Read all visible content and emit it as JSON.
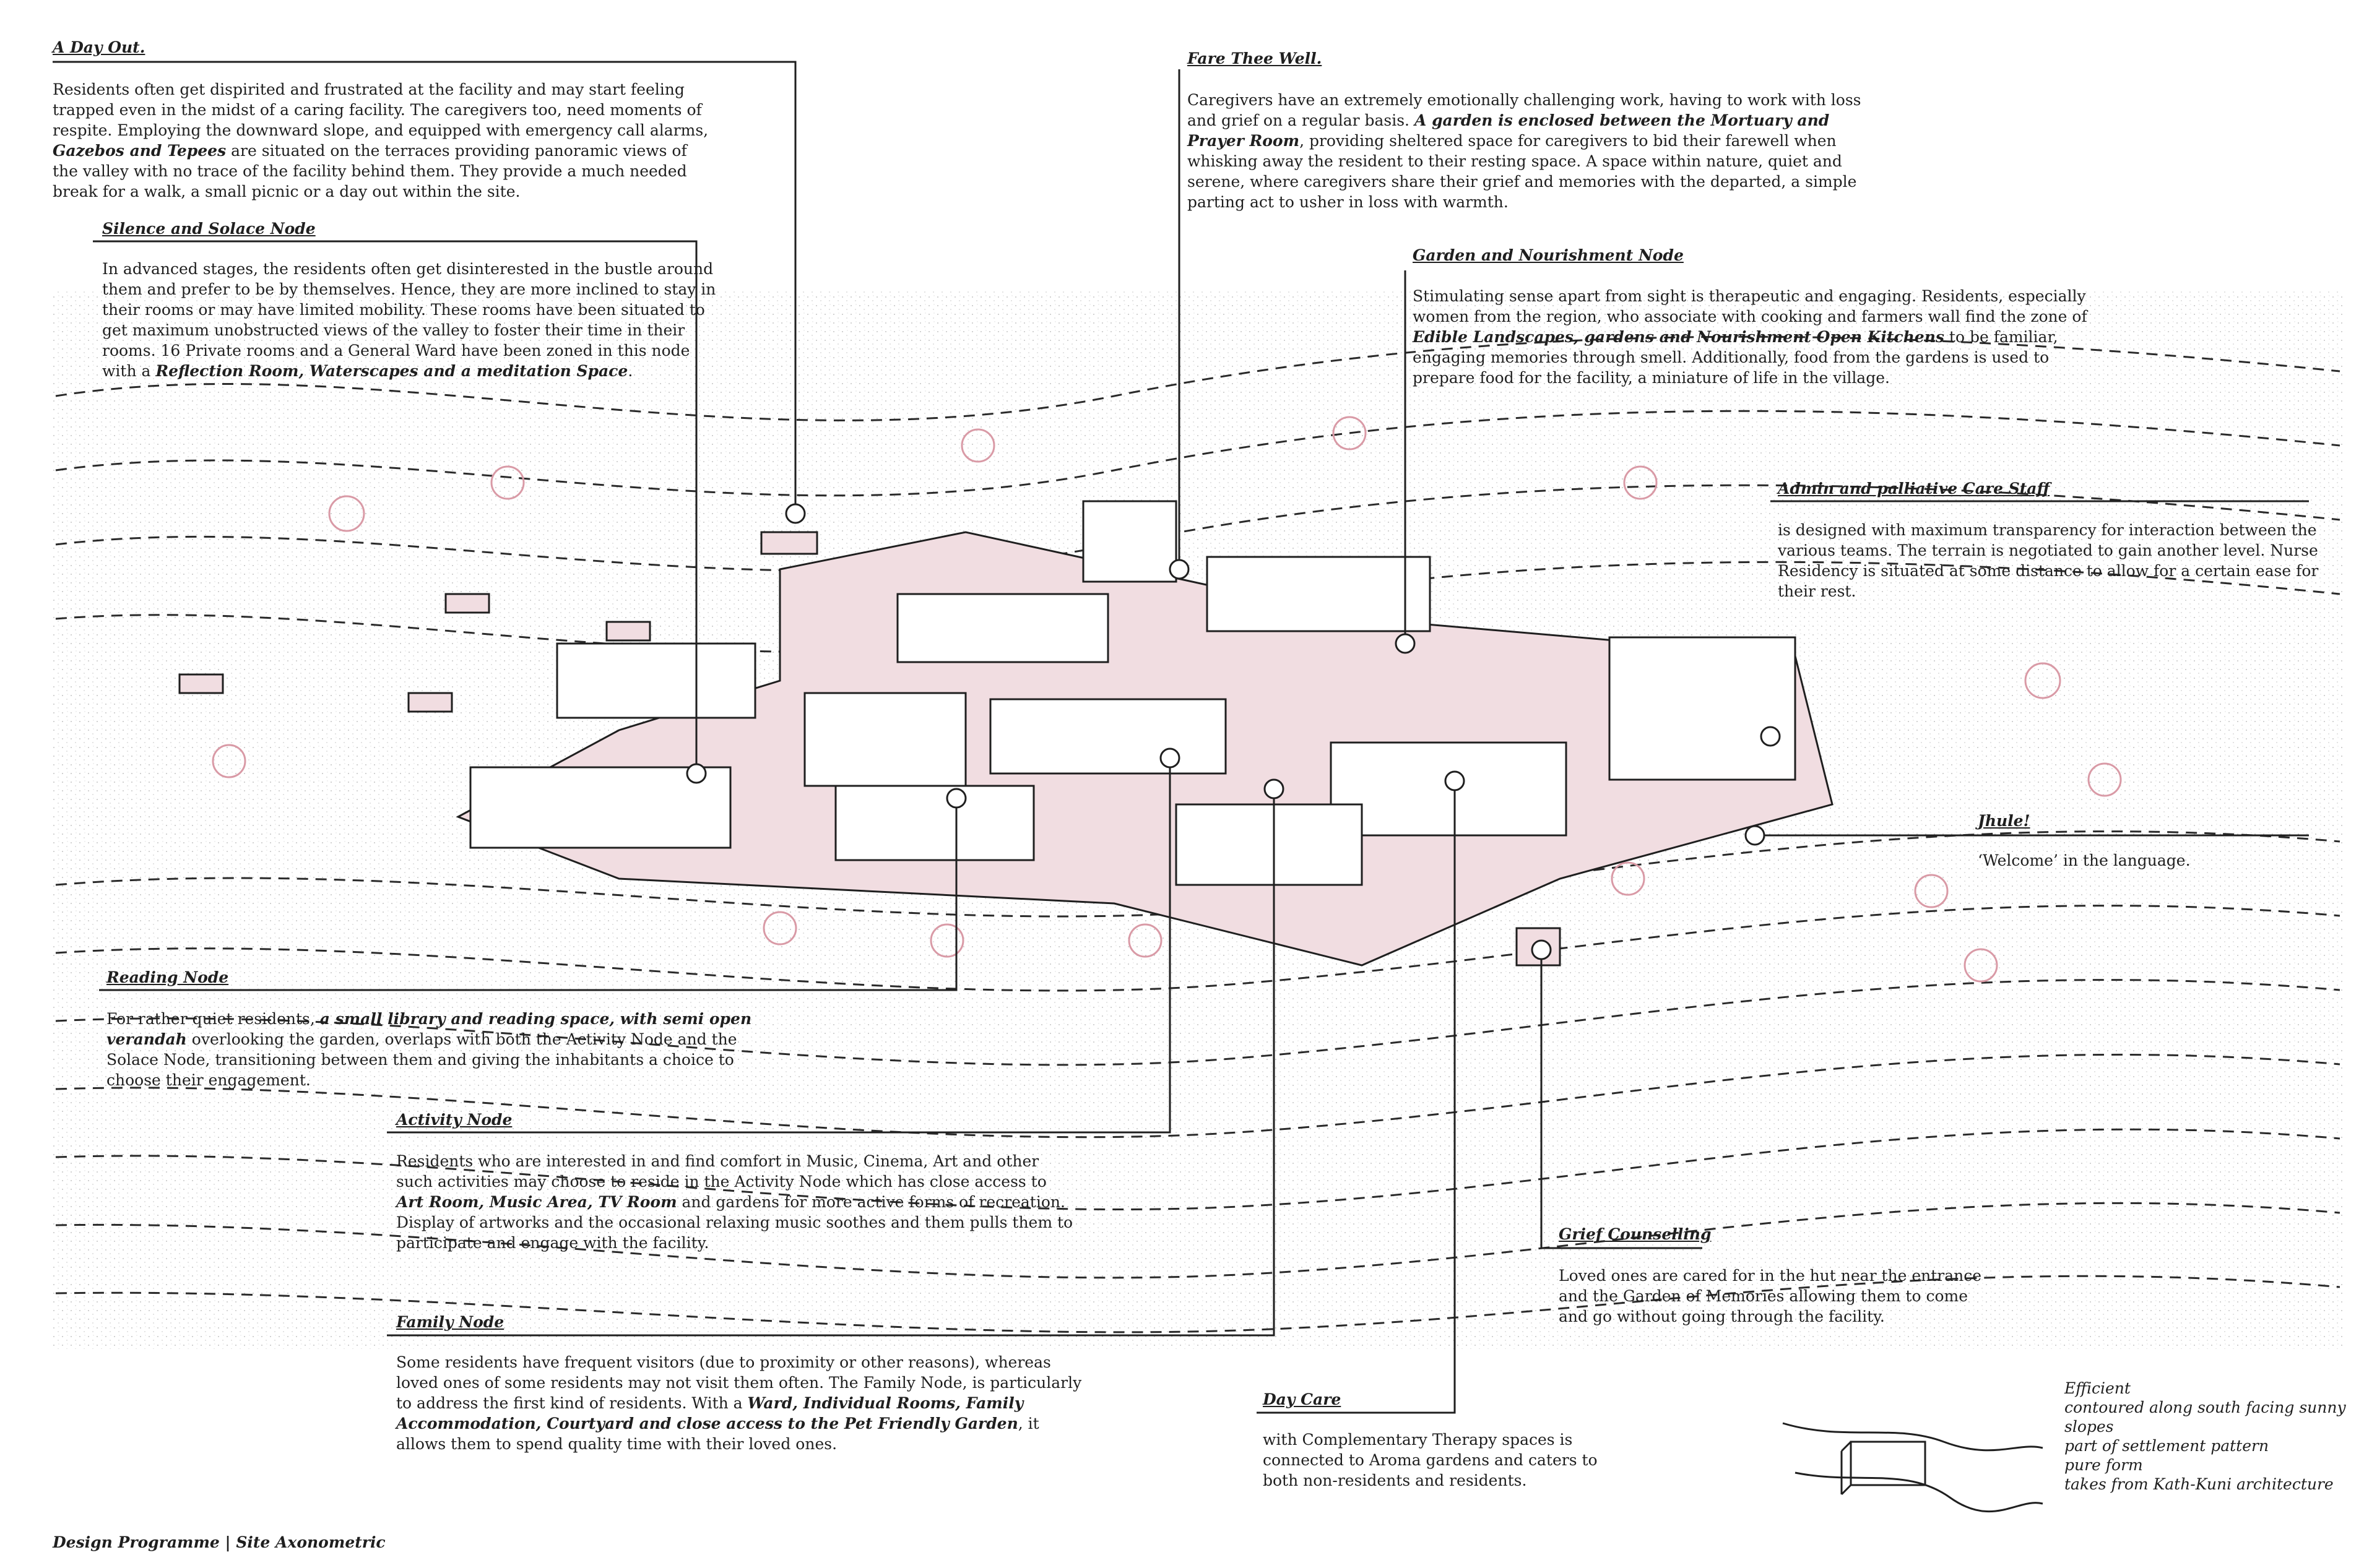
{
  "nodes": [
    {
      "id": "day-out",
      "title": "A Day Out.",
      "paragraphs": [
        "Residents often get dispirited and frustrated at the facility and may start feeling trapped even in the midst of a caring facility. The caregivers too, need moments of respite. Employing the downward slope, and equipped with emergency call alarms, ",
        "Gazebos and Tepees",
        " are situated on the terraces providing panoramic views of the valley with no trace of the facility behind them. They provide a much needed break for a walk, a small picnic or a day out within the site."
      ]
    },
    {
      "id": "solace",
      "title": "Silence and Solace Node",
      "paragraphs": [
        "In advanced stages, the residents often get disinterested in the bustle around them and prefer to be by themselves. Hence, they are more inclined to stay in their rooms or may have limited mobility. These rooms have been situated to get maximum unobstructed views of the valley to foster their time in their rooms. 16 Private rooms and a General Ward have been zoned in this node with a ",
        "Reflection Room, Waterscapes and a meditation Space",
        "."
      ]
    },
    {
      "id": "fare",
      "title": "Fare Thee Well.",
      "paragraphs": [
        "Caregivers have an extremely emotionally challenging work, having to work with loss and grief on a regular basis. ",
        "A garden is enclosed between the Mortuary and Prayer Room",
        ", providing sheltered space for caregivers to bid their farewell when whisking away the resident to their resting space. A space within nature, quiet and serene, where caregivers share their grief and memories with the departed, a simple parting act to usher in loss with warmth."
      ]
    },
    {
      "id": "garden",
      "title": "Garden and Nourishment Node",
      "paragraphs": [
        "Stimulating sense apart from sight is therapeutic and engaging. Residents, especially women from the region, who associate with cooking and farmers wall find the zone of ",
        "Edible Landscapes, gardens and Nourishment Open Kitchens",
        " to be familiar, engaging memories through smell. Additionally, food from the gardens is used to prepare food for the facility, a miniature of life in the village."
      ]
    },
    {
      "id": "admin",
      "title": "Admin and palliative Care Staff",
      "paragraphs": [
        "is designed with maximum transparency for interaction between the various teams. The terrain is negotiated to gain another level. Nurse Residency is situated at some distance to allow for a certain ease for their rest."
      ]
    },
    {
      "id": "jhule",
      "title": "Jhule!",
      "paragraphs": [
        "‘Welcome’ in the language."
      ]
    },
    {
      "id": "reading",
      "title": "Reading Node",
      "paragraphs": [
        "For rather quiet residents, ",
        "a small library and reading space, with semi open verandah",
        " overlooking the garden, overlaps with both the Activity Node and the Solace Node, transitioning between them and giving the inhabitants a choice to choose their engagement."
      ]
    },
    {
      "id": "activity",
      "title": "Activity Node",
      "paragraphs": [
        "Residents who are interested in and find comfort in Music, Cinema, Art and other such activities may choose to reside in the Activity Node which has close access to ",
        "Art Room, Music Area, TV Room",
        " and gardens for more active forms of recreation. Display of artworks and the occasional relaxing music soothes and them pulls them to participate and engage with the facility."
      ]
    },
    {
      "id": "grief",
      "title": "Grief Counselling",
      "paragraphs": [
        "Loved ones are cared for in the hut near the entrance and the Garden of Memories allowing them to come and go without going through the facility."
      ]
    },
    {
      "id": "family",
      "title": "Family Node",
      "paragraphs": [
        "Some residents have frequent visitors (due to proximity or other reasons), whereas loved ones of some residents may not visit them often. The Family Node, is particularly to address the first kind of residents. With a ",
        "Ward, Individual Rooms, Family Accommodation, Courtyard and close access to the Pet Friendly Garden",
        ", it allows them to spend quality time with their loved ones."
      ]
    },
    {
      "id": "daycare",
      "title": "Day Care",
      "paragraphs": [
        "with Complementary Therapy spaces is connected to Aroma gardens and caters to both non-residents and residents."
      ]
    }
  ],
  "footer": "Design Programme | Site Axonometric",
  "side_note": [
    "Efficient",
    "contoured along south facing sunny slopes",
    "part of settlement pattern",
    "pure form",
    "takes from Kath-Kuni architecture"
  ],
  "colors": {
    "ink": "#1f1f1f",
    "pink": "#e8c9cf",
    "contour": "#2a2a2a",
    "tree": "#d99aa6"
  }
}
